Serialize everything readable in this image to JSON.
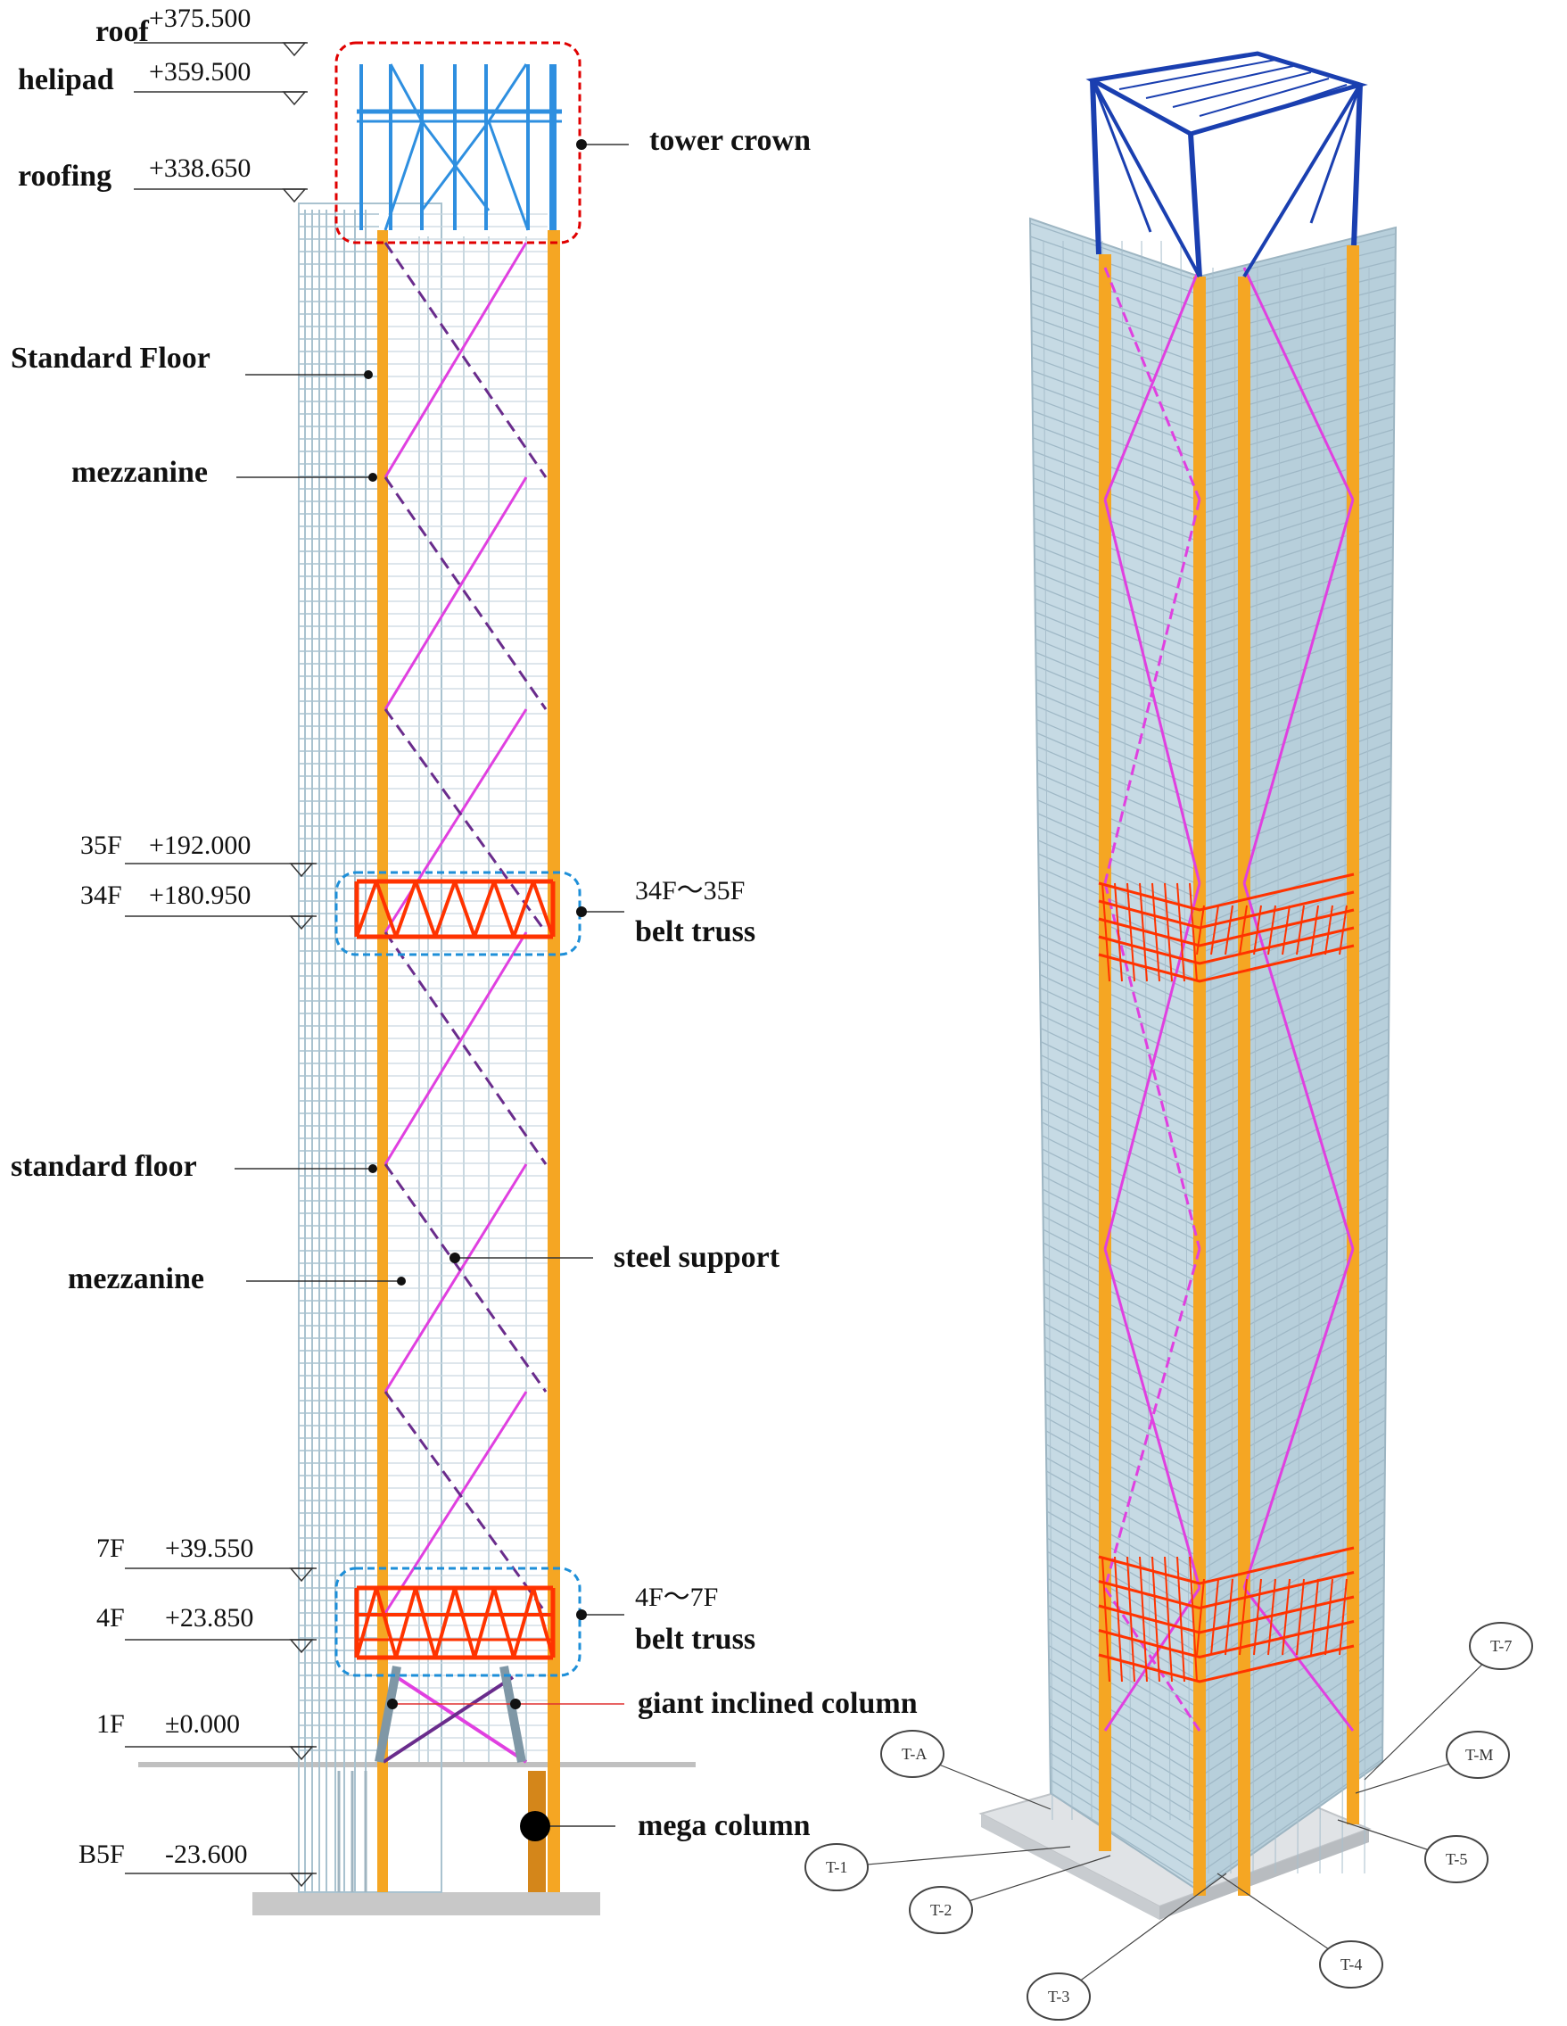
{
  "elevation_view": {
    "levels": [
      {
        "name": "roof",
        "elevation": "+375.500"
      },
      {
        "name": "helipad",
        "elevation": "+359.500"
      },
      {
        "name": "roofing",
        "elevation": "+338.650"
      },
      {
        "name": "35F",
        "elevation": "+192.000"
      },
      {
        "name": "34F",
        "elevation": "+180.950"
      },
      {
        "name": "7F",
        "elevation": "+39.550"
      },
      {
        "name": "4F",
        "elevation": "+23.850"
      },
      {
        "name": "1F",
        "elevation": "±0.000"
      },
      {
        "name": "B5F",
        "elevation": "-23.600"
      }
    ],
    "callouts": {
      "tower_crown": "tower crown",
      "standard_floor_upper": "Standard Floor",
      "mezzanine_upper": "mezzanine",
      "belt_truss_upper_floors": "34F～35F",
      "belt_truss_upper_name": "belt truss",
      "standard_floor_lower": "standard floor",
      "steel_support": "steel support",
      "mezzanine_lower": "mezzanine",
      "belt_truss_lower_floors": "4F～7F",
      "belt_truss_lower_name": "belt truss",
      "giant_inclined_column": "giant inclined column",
      "mega_column": "mega column"
    }
  },
  "axon_view": {
    "grid_labels": [
      "T-A",
      "T-1",
      "T-2",
      "T-3",
      "T-4",
      "T-5",
      "T-M",
      "T-7"
    ]
  },
  "colors": {
    "mega_column": "#F5A623",
    "steel_support": "#E040E0",
    "steel_support_back": "#6A2C8C",
    "belt_truss": "#FF3300",
    "tower_crown_elev": "#2E8FE0",
    "tower_crown_axon": "#1A3FB0",
    "floor_frame": "#A9C2CF",
    "crown_highlight_box": "#E00000",
    "belt_highlight_box": "#1E8FD8"
  }
}
